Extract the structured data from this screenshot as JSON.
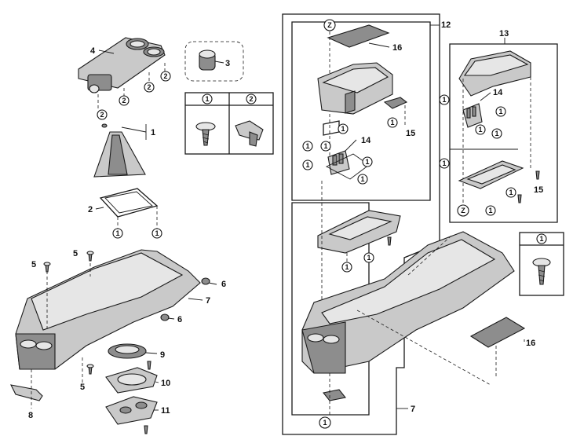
{
  "callouts": {
    "c1": "1",
    "c2": "2",
    "c3": "3",
    "c4": "4",
    "c5": "5",
    "c6": "6",
    "c7": "7",
    "c8": "8",
    "c9": "9",
    "c10": "10",
    "c11": "11",
    "c12": "12",
    "c13": "13",
    "c14": "14",
    "c15": "15",
    "c16": "16"
  },
  "fastener_marks": {
    "one": "1",
    "two": "2",
    "z": "Z"
  },
  "legend_left": {
    "col1_header": "1",
    "col2_header": "2"
  },
  "legend_right": {
    "header": "1"
  }
}
